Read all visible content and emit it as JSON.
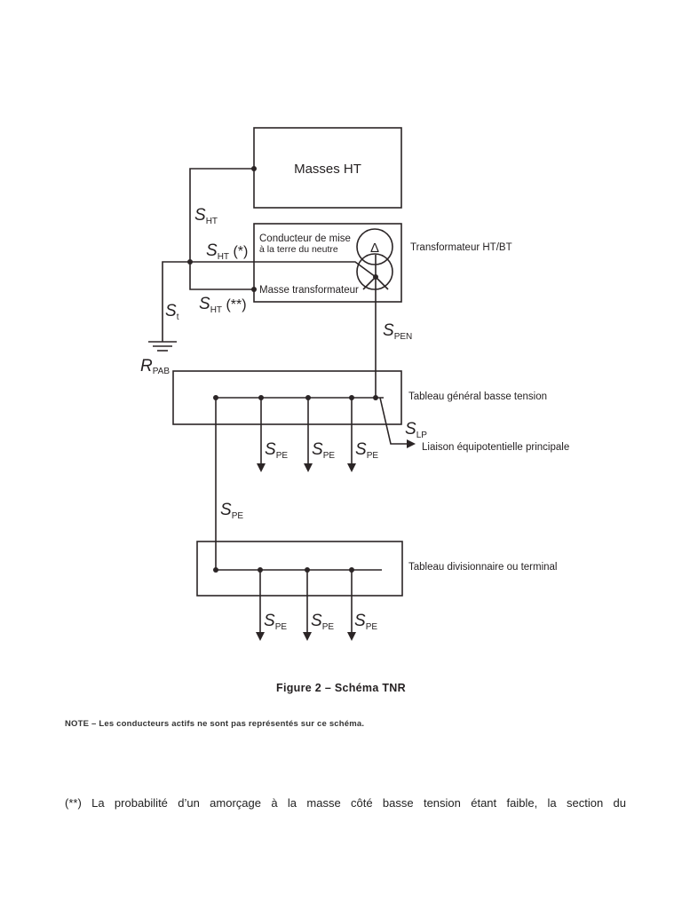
{
  "figure": {
    "boxes": {
      "masses_ht": "Masses HT",
      "conducteur_line1": "Conducteur de mise",
      "conducteur_line2": "à la terre du neutre",
      "masse_transformateur": "Masse transformateur"
    },
    "side_labels": {
      "transformateur": "Transformateur HT/BT",
      "tableau_general": "Tableau général basse tension",
      "liaison": "Liaison équipotentielle principale",
      "tableau_divisionnaire": "Tableau divisionnaire ou terminal"
    },
    "symbols": {
      "s_ht": {
        "main": "S",
        "sub": "HT"
      },
      "s_ht_star": {
        "main": "S",
        "sub": "HT",
        "suffix": " (*)"
      },
      "s_ht_2star": {
        "main": "S",
        "sub": "HT",
        "suffix": " (**)"
      },
      "s_t": {
        "main": "S",
        "sub": "t"
      },
      "r_pab": {
        "main": "R",
        "sub": "PAB"
      },
      "s_pen": {
        "main": "S",
        "sub": "PEN"
      },
      "s_lp": {
        "main": "S",
        "sub": "LP"
      },
      "s_pe": {
        "main": "S",
        "sub": "PE"
      }
    },
    "transformer_symbol": "Δ",
    "caption": "Figure 2 – Schéma TNR"
  },
  "note": "NOTE – Les conducteurs actifs ne sont pas représentés sur ce schéma.",
  "paragraph": "(**) La probabilité d’un amorçage à la masse côté basse tension étant faible, la section du"
}
